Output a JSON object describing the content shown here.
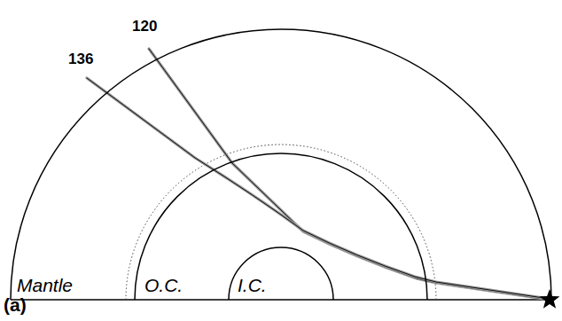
{
  "diagram": {
    "nodes": [
      {
        "text": [
          "Mantle"
        ]
      },
      {
        "text": [
          "O.C."
        ],
        "in": 0
      },
      {
        "text": [
          "I.C."
        ],
        "in": 1
      }
    ],
    "labels": [
      "120",
      "136",
      "(a)"
    ]
  }
}
